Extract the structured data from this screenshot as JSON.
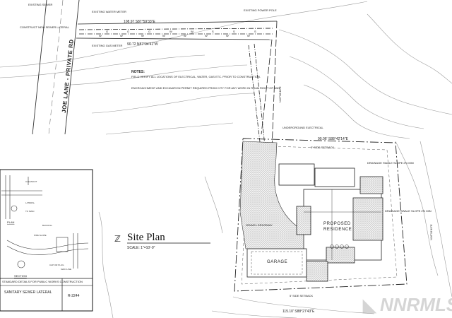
{
  "drawing": {
    "title": "Site Plan",
    "scale": "SCALE: 1\"=10'-0\"",
    "road_name": "JOE LANE - PRIVATE RD",
    "building_label_1": "PROPOSED",
    "building_label_2": "RESIDENCE",
    "garage_label": "GARAGE",
    "boundary_top_north": "108.97  S87°59'33\"E",
    "boundary_top_south": "90.72  N87°04'41\"W",
    "boundary_lot_top": "90.06'  S88°42'14\"E",
    "boundary_lot_bottom": "115.10'  S88°27'43\"E",
    "boundary_right": "N16°19'49\"E",
    "boundary_left": "N16°28'48\"E",
    "label_sewer": "EXISTING SEWER",
    "label_water": "EXISTING WATER METER",
    "label_power": "EXISTING POWER POLE",
    "label_gas": "EXISTING GAS METER",
    "label_construct_sewer": "CONSTRUCT NEW SEWER LATERAL",
    "label_underground": "UNDERGROUND ELECTRICAL",
    "label_gravel": "GRAVEL DRIVEWAY",
    "label_drainage_1": "DRAINAGE SWALE SLOPE 2% MIN",
    "label_drainage_2": "DRAINAGE SWALE SLOPE 2% MIN",
    "label_setback_top": "5' SIDE SETBACK",
    "label_setback_bottom": "5' SIDE SETBACK",
    "notes_heading": "NOTES:",
    "note_1": "FIELD VERIFY ALL LOCATIONS OF ELECTRICAL, WATER, GAS ETC. PRIOR TO CONSTRUCTION.",
    "note_2": "ENCROACHMENT AND EXCAVATION PERMIT REQUIRED FROM CITY FOR ANY WORK IN ROAD RIGHT OF WAY."
  },
  "detail": {
    "title": "SANITARY SEWER LATERAL",
    "plan_label": "PLAN",
    "section_label": "SECTION",
    "header": "STANDARD DETAILS FOR PUBLIC WORKS CONSTRUCTION",
    "number": "R-2244"
  },
  "watermark": {
    "text": "NNRMLS"
  }
}
